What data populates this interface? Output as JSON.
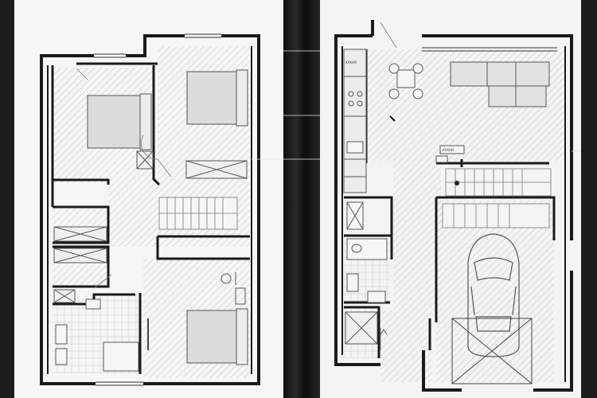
{
  "plans": [
    {
      "id": "upper-floor",
      "label": ""
    },
    {
      "id": "ground-floor",
      "label": "",
      "room_labels": {
        "kitchen_label": "КУХНЯ",
        "stove_label": "КУХНЯ"
      }
    }
  ],
  "colors": {
    "wall": "#1a1a1a",
    "paper": "#f6f6f4",
    "hatch": "#bdbdbd",
    "furniture": "#555555",
    "background": "#1c1c1c"
  }
}
